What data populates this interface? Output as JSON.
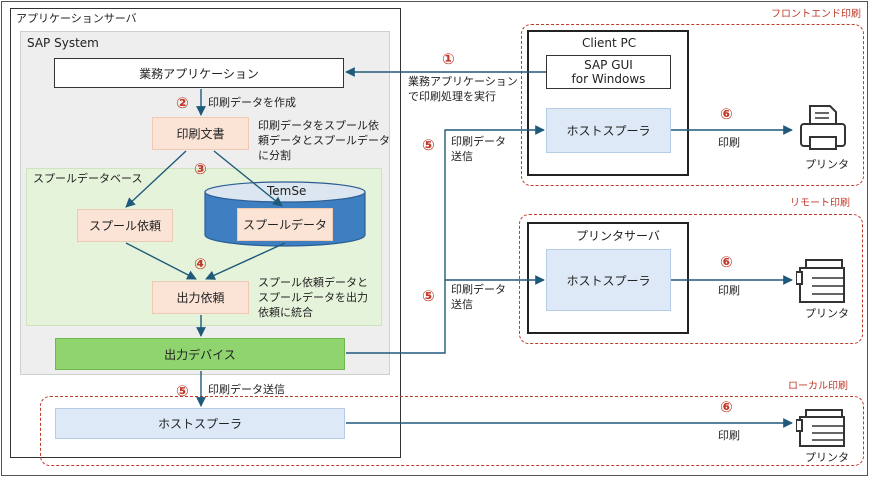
{
  "app_server": {
    "label": "アプリケーションサーバ"
  },
  "sap_system": {
    "label": "SAP System"
  },
  "business_app": {
    "label": "業務アプリケーション"
  },
  "step2": {
    "num": "②",
    "text": "印刷データを作成"
  },
  "print_doc": {
    "label": "印刷文書",
    "note_lines": [
      "印刷データをスプール依",
      "頼データとスプールデータ",
      "に分割"
    ]
  },
  "spool_db": {
    "label": "スプールデータベース",
    "temse": "TemSe",
    "step3": "③"
  },
  "spool_request": {
    "label": "スプール依頼"
  },
  "spool_data": {
    "label": "スプールデータ"
  },
  "step4": {
    "num": "④"
  },
  "output_request": {
    "label": "出力依頼",
    "note_lines": [
      "スプール依頼データと",
      "スプールデータを出力",
      "依頼に統合"
    ]
  },
  "output_device": {
    "label": "出力デバイス"
  },
  "step5_bottom": {
    "num": "⑤",
    "text": "印刷データ送信"
  },
  "step1": {
    "num": "①",
    "lines": [
      "業務アプリケーション",
      "で印刷処理を実行"
    ]
  },
  "step5_front": {
    "num": "⑤",
    "lines": [
      "印刷データ",
      "送信"
    ]
  },
  "step5_remote": {
    "num": "⑤",
    "lines": [
      "印刷データ",
      "送信"
    ]
  },
  "frontend": {
    "title": "フロントエンド印刷",
    "client_pc": "Client PC",
    "sapgui_lines": [
      "SAP GUI",
      "for Windows"
    ],
    "host_spooler": "ホストスプーラ",
    "step6": "⑥",
    "print": "印刷",
    "printer": "プリンタ"
  },
  "remote": {
    "title": "リモート印刷",
    "printer_server": "プリンタサーバ",
    "host_spooler": "ホストスプーラ",
    "step6": "⑥",
    "print": "印刷",
    "printer": "プリンタ"
  },
  "local": {
    "title": "ローカル印刷",
    "host_spooler": "ホストスプーラ",
    "step6": "⑥",
    "print": "印刷",
    "printer": "プリンタ"
  },
  "colors": {
    "arrow": "#1f5a7a",
    "red": "#c0392b",
    "green": "#8fd46e",
    "peach": "#fbe3d6",
    "blue": "#dde9f7"
  }
}
